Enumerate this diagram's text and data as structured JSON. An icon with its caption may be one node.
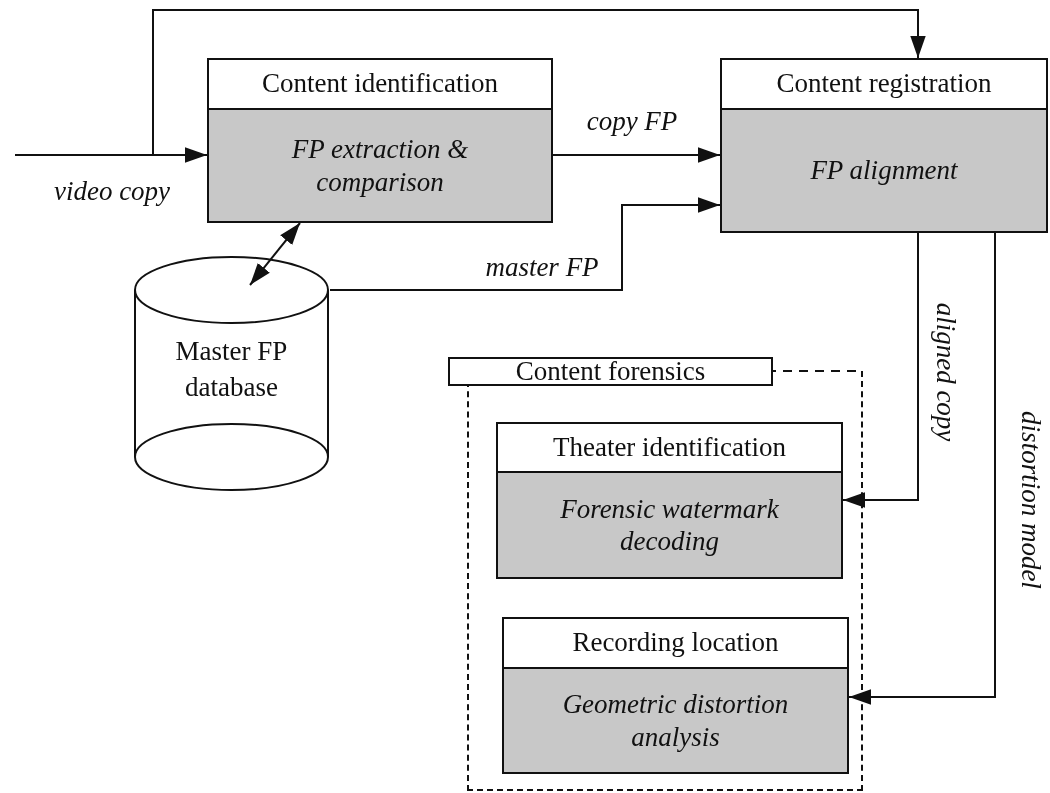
{
  "diagram": {
    "nodes": [
      {
        "text": [
          "Content identification",
          "FP extraction & comparison"
        ]
      },
      {
        "text": [
          "Content registration",
          "FP alignment"
        ]
      },
      {
        "text": [
          "Master FP database"
        ]
      },
      {
        "text": [
          "Content forensics"
        ]
      },
      {
        "text": [
          "Theater identification",
          "Forensic watermark decoding"
        ],
        "in": 3
      },
      {
        "text": [
          "Recording location",
          "Geometric distortion analysis"
        ],
        "in": 3
      }
    ],
    "edges": [
      {
        "from": null,
        "to": 0,
        "arrow": "to",
        "label": "video copy"
      },
      {
        "from": null,
        "to": 1,
        "arrow": "to"
      },
      {
        "from": 0,
        "to": 1,
        "arrow": "to",
        "label": "copy FP"
      },
      {
        "from": 2,
        "to": 1,
        "arrow": "to",
        "label": "master FP"
      },
      {
        "from": 0,
        "to": 2,
        "arrow": "both"
      },
      {
        "from": 1,
        "to": 4,
        "arrow": "to",
        "label": "aligned copy"
      },
      {
        "from": 1,
        "to": 5,
        "arrow": "to",
        "label": "distortion model"
      }
    ]
  }
}
